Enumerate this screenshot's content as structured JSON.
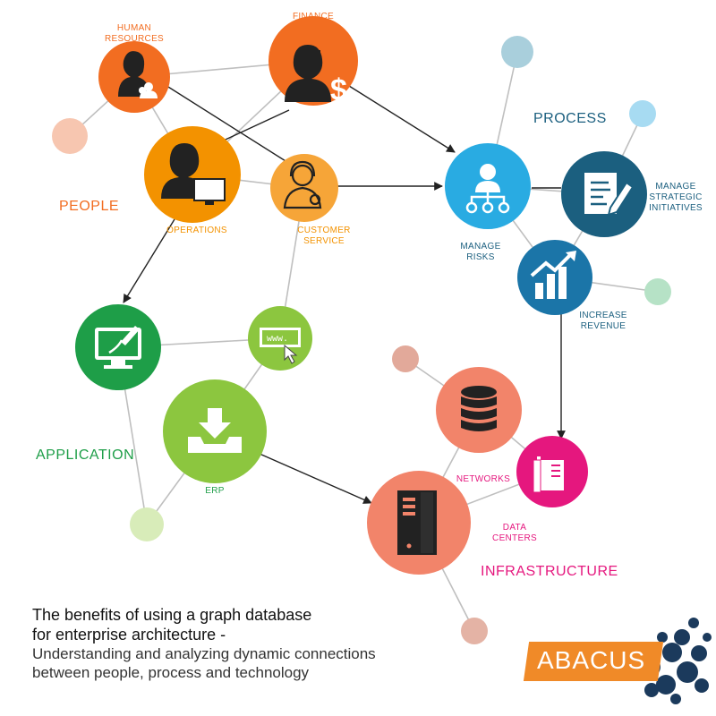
{
  "colors": {
    "people": "#f39200",
    "people_light": "#f6b45c",
    "process": "#29abe2",
    "process_dark": "#1b5f7f",
    "application": "#1e9e48",
    "application_light": "#8cc63f",
    "infrastructure": "#f2846a",
    "infrastructure_accent": "#e5177e",
    "brand": "#f08a28",
    "brand_dots": "#1b3a5c"
  },
  "groups": {
    "people": "PEOPLE",
    "process": "PROCESS",
    "application": "APPLICATION",
    "infrastructure": "INFRASTRUCTURE"
  },
  "nodes": {
    "human_resources": {
      "label": "HUMAN\nRESOURCES",
      "icon": "hr-person-icon"
    },
    "finance": {
      "label": "FINANCE",
      "icon": "finance-person-icon"
    },
    "operations": {
      "label": "OPERATIONS",
      "icon": "operations-person-icon"
    },
    "customer_service": {
      "label": "CUSTOMER\nSERVICE",
      "icon": "headset-person-icon"
    },
    "manage_risks": {
      "label": "MANAGE\nRISKS",
      "icon": "hierarchy-icon"
    },
    "manage_strategic": {
      "label": "MANAGE\nSTRATEGIC\nINITIATIVES",
      "icon": "document-pen-icon"
    },
    "increase_revenue": {
      "label": "INCREASE\nREVENUE",
      "icon": "growth-chart-icon"
    },
    "design_app": {
      "label": "",
      "icon": "monitor-brush-icon"
    },
    "web_app": {
      "label": "",
      "icon": "browser-cursor-icon",
      "url_text": "www."
    },
    "erp": {
      "label": "ERP",
      "icon": "download-tray-icon"
    },
    "networks": {
      "label": "NETWORKS",
      "icon": "database-icon"
    },
    "data_centers": {
      "label": "DATA\nCENTERS",
      "icon": "server-rack-icon"
    },
    "server": {
      "label": "",
      "icon": "server-tower-icon"
    }
  },
  "caption": {
    "title_line1": "The benefits of using a graph database",
    "title_line2": "for enterprise architecture -",
    "subtitle_line1": "Understanding and analyzing dynamic connections",
    "subtitle_line2": "between people, process and technology"
  },
  "brand": {
    "name": "ABACUS"
  }
}
